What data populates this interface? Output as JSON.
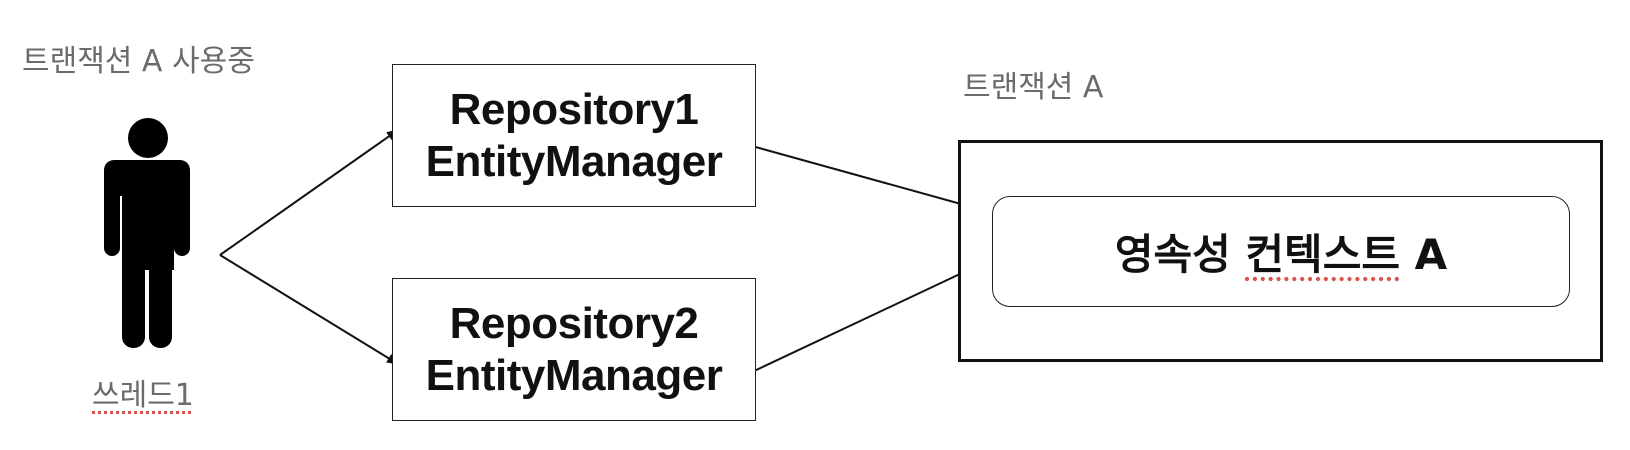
{
  "labels": {
    "transaction_in_use": "트랜잭션 A 사용중",
    "transaction": "트랜잭션 A",
    "thread": "쓰레드1"
  },
  "repositories": [
    {
      "name": "Repository1",
      "manager": "EntityManager"
    },
    {
      "name": "Repository2",
      "manager": "EntityManager"
    }
  ],
  "persistence_context": {
    "word1": "영속성",
    "word2": "컨텍스트",
    "suffix": "A"
  },
  "colors": {
    "stroke": "#111111",
    "gray_text": "#6b6b6b",
    "spell_underline": "#d9534f"
  },
  "icons": {
    "actor": "person-icon"
  }
}
